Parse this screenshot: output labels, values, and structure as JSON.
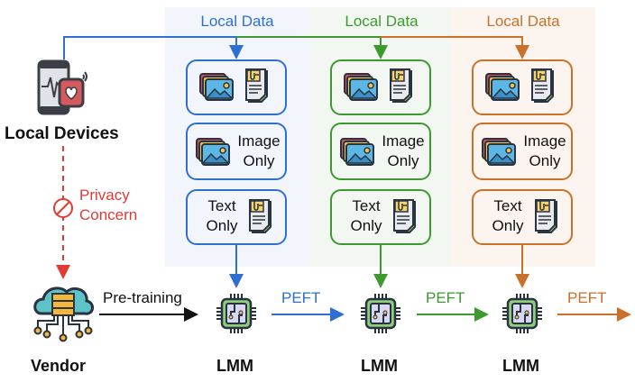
{
  "colors": {
    "blue": "#2f6fcf",
    "green": "#3c9a2e",
    "orange": "#c8712a",
    "red": "#e03c35"
  },
  "devices": {
    "label": "Local Devices"
  },
  "privacy": {
    "line1": "Privacy",
    "line2": "Concern"
  },
  "vendor": {
    "label": "Vendor",
    "edge_label": "Pre-training"
  },
  "clients": [
    {
      "title": "Local Data",
      "image_only": [
        "Image",
        "Only"
      ],
      "text_only": [
        "Text",
        "Only"
      ],
      "model": "LMM",
      "edge_label": "PEFT"
    },
    {
      "title": "Local Data",
      "image_only": [
        "Image",
        "Only"
      ],
      "text_only": [
        "Text",
        "Only"
      ],
      "model": "LMM",
      "edge_label": "PEFT"
    },
    {
      "title": "Local Data",
      "image_only": [
        "Image",
        "Only"
      ],
      "text_only": [
        "Text",
        "Only"
      ],
      "model": "LMM",
      "edge_label": "PEFT"
    }
  ]
}
